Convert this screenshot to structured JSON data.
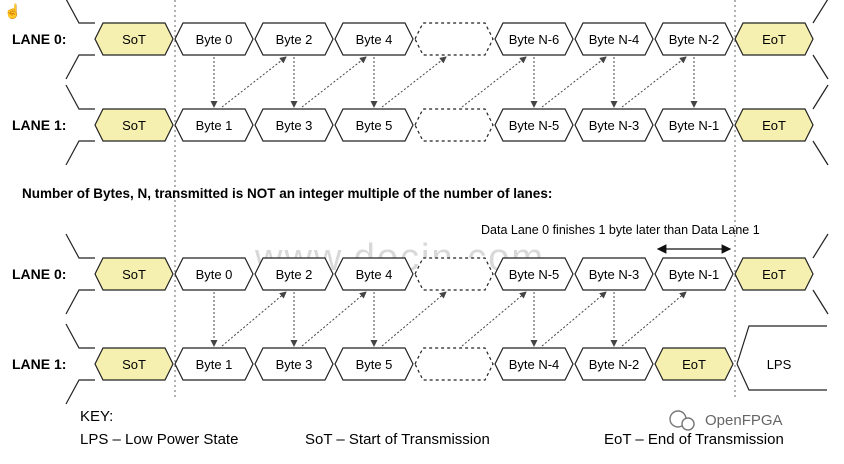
{
  "section2_heading": "Number of Bytes, N, transmitted is NOT an integer multiple of the number of lanes:",
  "annotation": "Data Lane 0 finishes 1 byte later than Data Lane 1",
  "watermark": "www.docin.com",
  "branding": "OpenFPGA",
  "colors": {
    "sot_eot_fill": "#f5f0b0",
    "stroke": "#222222",
    "arrow": "#444444"
  },
  "key": {
    "title": "KEY:",
    "lps": "LPS – Low Power State",
    "sot": "SoT – Start of Transmission",
    "eot": "EoT – End of Transmission"
  },
  "diagrams": [
    {
      "lanes": [
        {
          "label": "LANE 0:",
          "cells": [
            {
              "text": "SoT",
              "kind": "sot"
            },
            {
              "text": "Byte 0",
              "kind": "byte"
            },
            {
              "text": "Byte 2",
              "kind": "byte"
            },
            {
              "text": "Byte 4",
              "kind": "byte"
            },
            {
              "text": "",
              "kind": "dashed"
            },
            {
              "text": "Byte N-6",
              "kind": "byte"
            },
            {
              "text": "Byte N-4",
              "kind": "byte"
            },
            {
              "text": "Byte N-2",
              "kind": "byte"
            },
            {
              "text": "EoT",
              "kind": "eot"
            }
          ]
        },
        {
          "label": "LANE 1:",
          "cells": [
            {
              "text": "SoT",
              "kind": "sot"
            },
            {
              "text": "Byte 1",
              "kind": "byte"
            },
            {
              "text": "Byte 3",
              "kind": "byte"
            },
            {
              "text": "Byte 5",
              "kind": "byte"
            },
            {
              "text": "",
              "kind": "dashed"
            },
            {
              "text": "Byte N-5",
              "kind": "byte"
            },
            {
              "text": "Byte N-3",
              "kind": "byte"
            },
            {
              "text": "Byte N-1",
              "kind": "byte"
            },
            {
              "text": "EoT",
              "kind": "eot"
            }
          ]
        }
      ]
    },
    {
      "lanes": [
        {
          "label": "LANE 0:",
          "cells": [
            {
              "text": "SoT",
              "kind": "sot"
            },
            {
              "text": "Byte 0",
              "kind": "byte"
            },
            {
              "text": "Byte 2",
              "kind": "byte"
            },
            {
              "text": "Byte 4",
              "kind": "byte"
            },
            {
              "text": "",
              "kind": "dashed"
            },
            {
              "text": "Byte N-5",
              "kind": "byte"
            },
            {
              "text": "Byte N-3",
              "kind": "byte"
            },
            {
              "text": "Byte N-1",
              "kind": "byte"
            },
            {
              "text": "EoT",
              "kind": "eot"
            }
          ]
        },
        {
          "label": "LANE 1:",
          "cells": [
            {
              "text": "SoT",
              "kind": "sot"
            },
            {
              "text": "Byte 1",
              "kind": "byte"
            },
            {
              "text": "Byte 3",
              "kind": "byte"
            },
            {
              "text": "Byte 5",
              "kind": "byte"
            },
            {
              "text": "",
              "kind": "dashed"
            },
            {
              "text": "Byte N-4",
              "kind": "byte"
            },
            {
              "text": "Byte N-2",
              "kind": "byte"
            },
            {
              "text": "EoT",
              "kind": "eot"
            },
            {
              "text": "LPS",
              "kind": "lps"
            }
          ]
        }
      ]
    }
  ]
}
